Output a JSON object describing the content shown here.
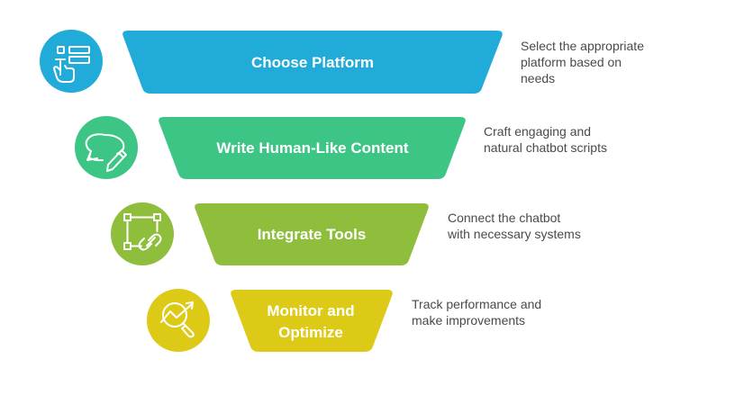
{
  "diagram": {
    "type": "funnel-steps",
    "steps": [
      {
        "title_lines": [
          "Choose Platform"
        ],
        "description_lines": [
          "Select the appropriate",
          "platform based on",
          "needs"
        ],
        "icon": "touch-list-icon",
        "color": "#20ABD9"
      },
      {
        "title_lines": [
          "Write Human-Like Content"
        ],
        "description_lines": [
          "Craft engaging and",
          "natural chatbot scripts"
        ],
        "icon": "chat-pencil-icon",
        "color": "#3DC585"
      },
      {
        "title_lines": [
          "Integrate Tools"
        ],
        "description_lines": [
          "Connect the chatbot",
          "with necessary systems"
        ],
        "icon": "nodes-link-icon",
        "color": "#8EBE3C"
      },
      {
        "title_lines": [
          "Monitor and",
          "Optimize"
        ],
        "description_lines": [
          "Track performance and",
          "make improvements"
        ],
        "icon": "chart-magnifier-icon",
        "color": "#DDCA16"
      }
    ]
  }
}
